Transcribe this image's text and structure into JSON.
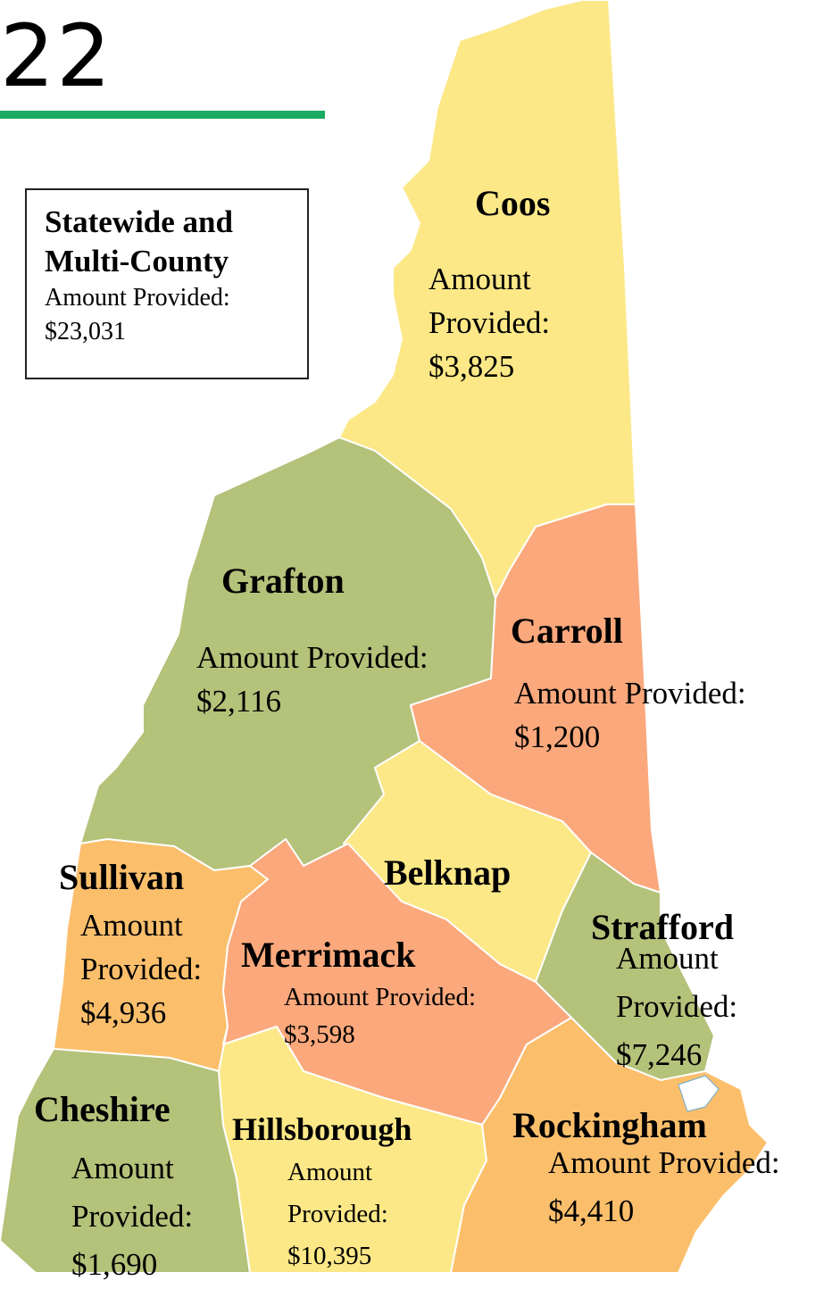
{
  "page_number": "22",
  "accent_color": "#1aaa62",
  "colors": {
    "yellow": "#fce887",
    "green": "#b4c27a",
    "salmon": "#fba87c",
    "orange": "#fbbf6c",
    "border": "#ffffff",
    "water": "#ffffff"
  },
  "statewide": {
    "title_line1": "Statewide and",
    "title_line2": "Multi-County",
    "label": "Amount Provided:",
    "amount": "$23,031"
  },
  "counties": [
    {
      "id": "coos",
      "name": "Coos",
      "label_line1": "Amount",
      "label_line2": "Provided:",
      "amount": "$3,825",
      "fill": "yellow"
    },
    {
      "id": "grafton",
      "name": "Grafton",
      "label_line1": "Amount Provided:",
      "amount": "$2,116",
      "fill": "green"
    },
    {
      "id": "carroll",
      "name": "Carroll",
      "label_line1": "Amount Provided:",
      "amount": "$1,200",
      "fill": "salmon"
    },
    {
      "id": "belknap",
      "name": "Belknap",
      "fill": "yellow"
    },
    {
      "id": "sullivan",
      "name": "Sullivan",
      "label_line1": "Amount",
      "label_line2": "Provided:",
      "amount": "$4,936",
      "fill": "orange"
    },
    {
      "id": "merrimack",
      "name": "Merrimack",
      "label_line1": "Amount Provided:",
      "amount": "$3,598",
      "fill": "salmon"
    },
    {
      "id": "strafford",
      "name": "Strafford",
      "label_line1": "Amount",
      "label_line2": "Provided:",
      "amount": "$7,246",
      "fill": "green"
    },
    {
      "id": "cheshire",
      "name": "Cheshire",
      "label_line1": "Amount",
      "label_line2": "Provided:",
      "amount": "$1,690",
      "fill": "green"
    },
    {
      "id": "hillsborough",
      "name": "Hillsborough",
      "label_line1": "Amount",
      "label_line2": "Provided:",
      "amount": "$10,395",
      "fill": "yellow"
    },
    {
      "id": "rockingham",
      "name": "Rockingham",
      "label_line1": "Amount Provided:",
      "amount": "$4,410",
      "fill": "orange"
    }
  ]
}
